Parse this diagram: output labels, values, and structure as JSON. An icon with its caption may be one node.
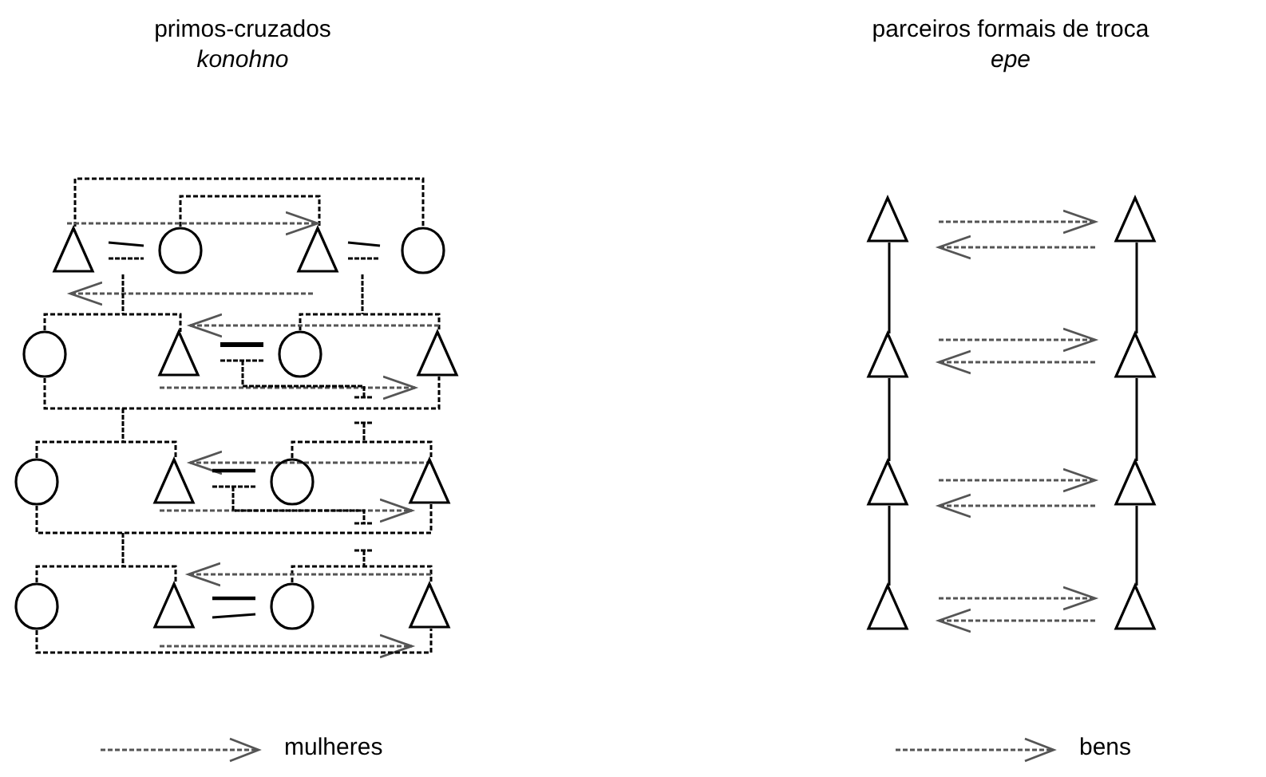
{
  "diagram": {
    "nodes": [
      {
        "text": [],
        "shape": "triangle"
      },
      {
        "text": [],
        "shape": "circle"
      },
      {
        "text": [],
        "shape": "triangle"
      },
      {
        "text": [],
        "shape": "circle"
      },
      {
        "text": [],
        "shape": "circle"
      },
      {
        "text": [],
        "shape": "triangle"
      },
      {
        "text": [],
        "shape": "circle"
      },
      {
        "text": [],
        "shape": "triangle"
      },
      {
        "text": [],
        "shape": "circle"
      },
      {
        "text": [],
        "shape": "triangle"
      },
      {
        "text": [],
        "shape": "circle"
      },
      {
        "text": [],
        "shape": "triangle"
      },
      {
        "text": [],
        "shape": "circle"
      },
      {
        "text": [],
        "shape": "triangle"
      },
      {
        "text": [],
        "shape": "circle"
      },
      {
        "text": [],
        "shape": "triangle"
      },
      {
        "text": [],
        "shape": "triangle"
      },
      {
        "text": [],
        "shape": "triangle"
      },
      {
        "text": [],
        "shape": "triangle"
      },
      {
        "text": [],
        "shape": "triangle"
      },
      {
        "text": [],
        "shape": "triangle"
      },
      {
        "text": [],
        "shape": "triangle"
      },
      {
        "text": [],
        "shape": "triangle"
      },
      {
        "text": [],
        "shape": "triangle"
      }
    ],
    "edges": [
      {
        "from": 0,
        "to": 3,
        "arrow": "none",
        "style": "dashed"
      },
      {
        "from": 1,
        "to": 2,
        "arrow": "none",
        "style": "dashed"
      },
      {
        "from": 0,
        "to": 2,
        "arrow": "to",
        "style": "dashed",
        "color": "#555555"
      },
      {
        "from": 2,
        "to": 0,
        "arrow": "to",
        "style": "dashed",
        "color": "#555555"
      },
      {
        "from": 4,
        "to": 5,
        "arrow": "none",
        "style": "dashed"
      },
      {
        "from": 6,
        "to": 7,
        "arrow": "none",
        "style": "dashed"
      },
      {
        "from": 7,
        "to": 5,
        "arrow": "to",
        "style": "dashed",
        "color": "#555555"
      },
      {
        "from": 5,
        "to": 7,
        "arrow": "to",
        "style": "dashed",
        "color": "#555555"
      },
      {
        "from": 4,
        "to": 7,
        "arrow": "none",
        "style": "dashed"
      },
      {
        "from": 8,
        "to": 9,
        "arrow": "none",
        "style": "dashed"
      },
      {
        "from": 10,
        "to": 11,
        "arrow": "none",
        "style": "dashed"
      },
      {
        "from": 11,
        "to": 9,
        "arrow": "to",
        "style": "dashed",
        "color": "#555555"
      },
      {
        "from": 9,
        "to": 11,
        "arrow": "to",
        "style": "dashed",
        "color": "#555555"
      },
      {
        "from": 8,
        "to": 11,
        "arrow": "none",
        "style": "dashed"
      },
      {
        "from": 12,
        "to": 13,
        "arrow": "none",
        "style": "dashed"
      },
      {
        "from": 14,
        "to": 15,
        "arrow": "none",
        "style": "dashed"
      },
      {
        "from": 15,
        "to": 13,
        "arrow": "to",
        "style": "dashed",
        "color": "#555555"
      },
      {
        "from": 13,
        "to": 15,
        "arrow": "to",
        "style": "dashed",
        "color": "#555555"
      },
      {
        "from": 12,
        "to": 15,
        "arrow": "none",
        "style": "dashed"
      },
      {
        "from": 16,
        "to": 17,
        "arrow": "to",
        "style": "dashed",
        "color": "#555555"
      },
      {
        "from": 17,
        "to": 16,
        "arrow": "to",
        "style": "dashed",
        "color": "#555555"
      },
      {
        "from": 16,
        "to": 18,
        "arrow": "none"
      },
      {
        "from": 17,
        "to": 19,
        "arrow": "none"
      },
      {
        "from": 18,
        "to": 19,
        "arrow": "to",
        "style": "dashed",
        "color": "#555555"
      },
      {
        "from": 19,
        "to": 18,
        "arrow": "to",
        "style": "dashed",
        "color": "#555555"
      },
      {
        "from": 18,
        "to": 20,
        "arrow": "none"
      },
      {
        "from": 19,
        "to": 21,
        "arrow": "none"
      },
      {
        "from": 20,
        "to": 21,
        "arrow": "to",
        "style": "dashed",
        "color": "#555555"
      },
      {
        "from": 21,
        "to": 20,
        "arrow": "to",
        "style": "dashed",
        "color": "#555555"
      },
      {
        "from": 20,
        "to": 22,
        "arrow": "none"
      },
      {
        "from": 21,
        "to": 23,
        "arrow": "none"
      },
      {
        "from": 22,
        "to": 23,
        "arrow": "to",
        "style": "dashed",
        "color": "#555555"
      },
      {
        "from": 23,
        "to": 22,
        "arrow": "to",
        "style": "dashed",
        "color": "#555555"
      }
    ],
    "labels": [
      "primos-cruzados",
      "konohno",
      "parceiros formais de troca",
      "epe"
    ],
    "legend": [
      {
        "text": "mulheres"
      },
      {
        "text": "bens"
      }
    ]
  }
}
